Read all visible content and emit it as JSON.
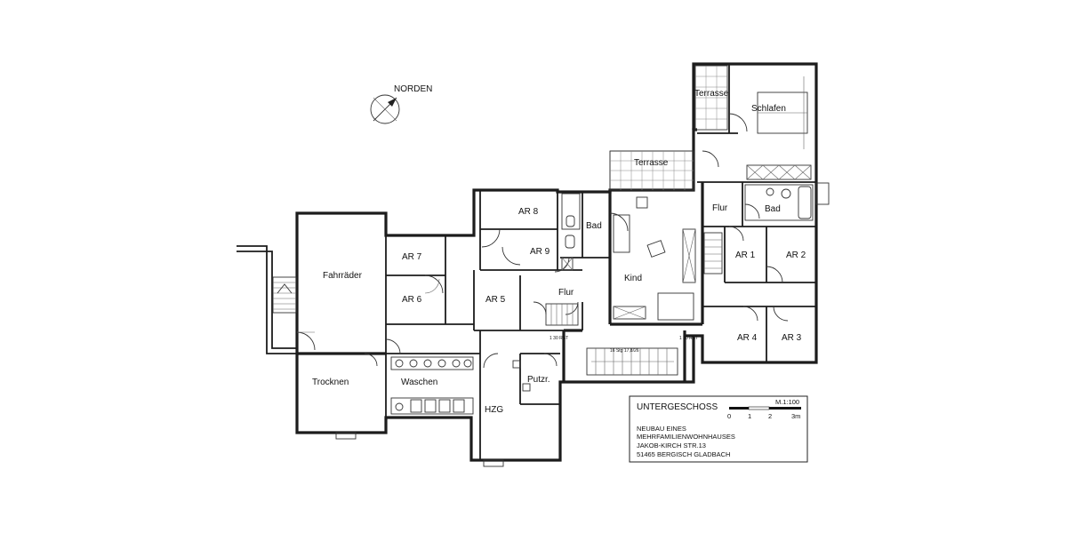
{
  "north_label": "NORDEN",
  "rooms": {
    "fahrraeder": "Fahrräder",
    "ar7": "AR 7",
    "ar6": "AR 6",
    "ar8": "AR 8",
    "ar9": "AR 9",
    "ar5": "AR 5",
    "flur_left": "Flur",
    "bad_left": "Bad",
    "kind": "Kind",
    "terrasse_mid": "Terrasse",
    "terrasse_top": "Terrasse",
    "schlafen": "Schlafen",
    "flur_right": "Flur",
    "bad_right": "Bad",
    "ar1": "AR 1",
    "ar2": "AR 2",
    "ar4": "AR 4",
    "ar3": "AR 3",
    "trocknen": "Trocknen",
    "waschen": "Waschen",
    "hzg": "HZG",
    "putzr": "Putzr."
  },
  "annotations": {
    "rst_left": "1 30 RST",
    "rst_right": "1 30 RST",
    "stair_note": "16 Stg 17,8/26"
  },
  "title_block": {
    "title": "UNTERGESCHOSS",
    "scale": "M.1:100",
    "scale_ticks": [
      "0",
      "1",
      "2",
      "3m"
    ],
    "lines": [
      "NEUBAU EINES",
      "MEHRFAMILIENWOHNHAUSES",
      "JAKOB-KIRCH STR.13",
      "51465 BERGISCH GLADBACH"
    ]
  }
}
